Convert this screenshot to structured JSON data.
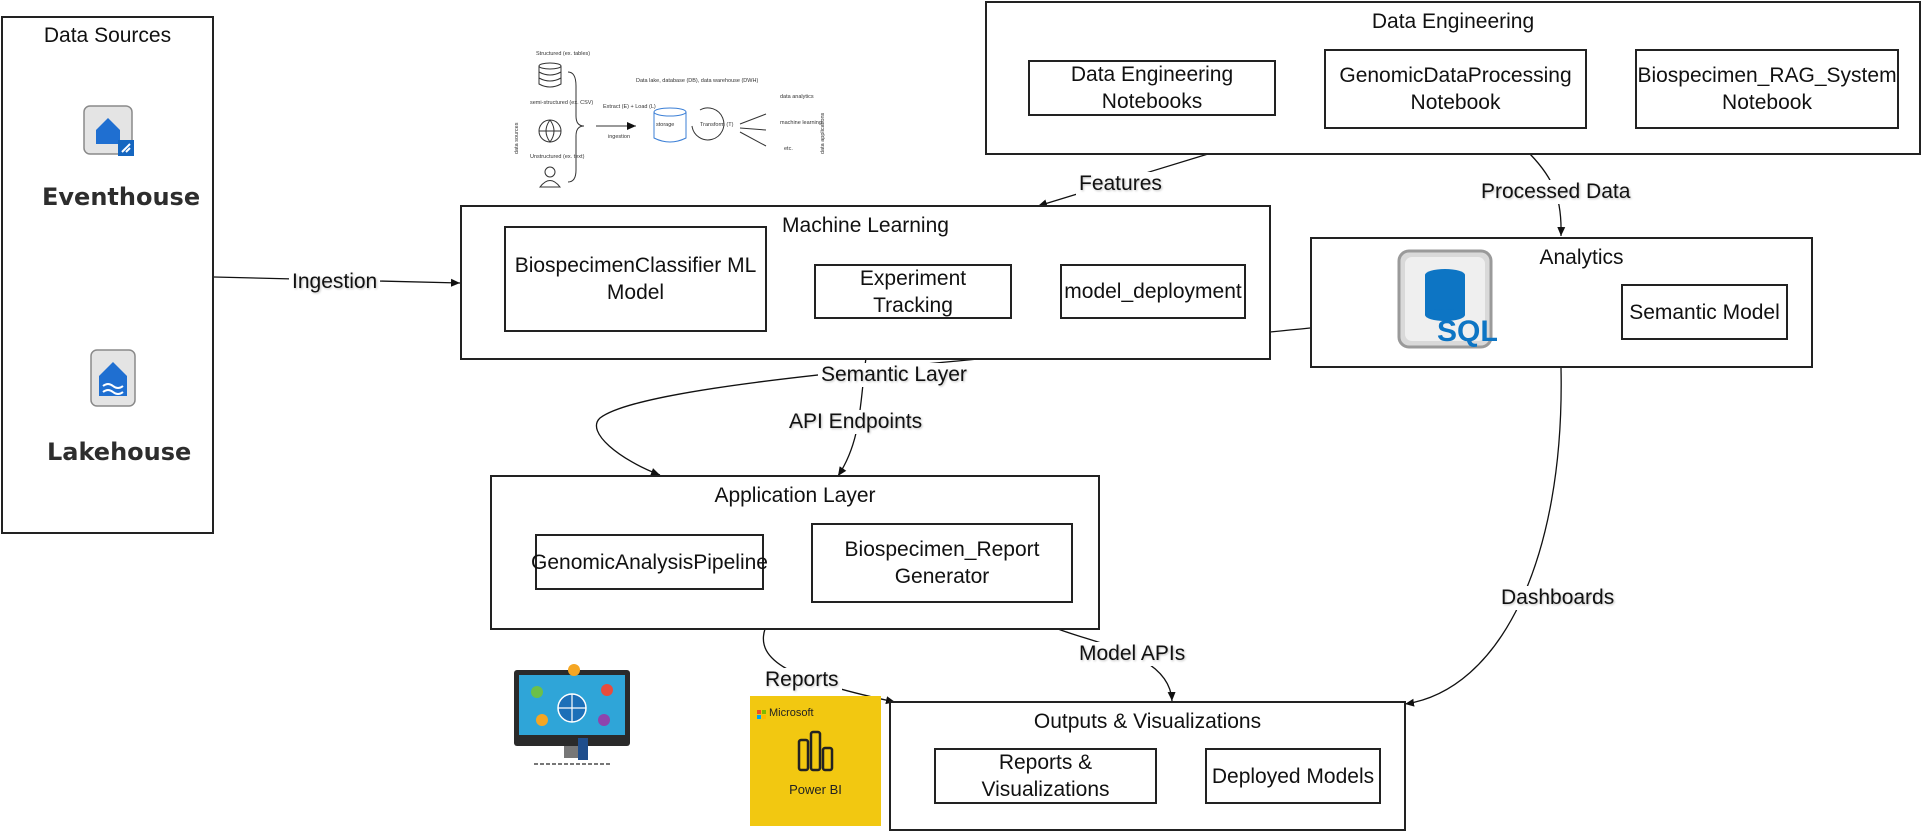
{
  "data_sources": {
    "title": "Data Sources",
    "eventhouse": "Eventhouse",
    "lakehouse": "Lakehouse"
  },
  "data_engineering": {
    "title": "Data Engineering",
    "nb1": "Data Engineering Notebooks",
    "nb2": "GenomicDataProcessing Notebook",
    "nb3": "Biospecimen_RAG_System Notebook"
  },
  "machine_learning": {
    "title": "Machine Learning",
    "m1": "BiospecimenClassifier ML Model",
    "m2": "Experiment Tracking",
    "m3": "model_deployment"
  },
  "analytics": {
    "title": "Analytics",
    "sql_label": "SQL",
    "semantic_model": "Semantic Model"
  },
  "application_layer": {
    "title": "Application Layer",
    "a1": "GenomicAnalysisPipeline",
    "a2": "Biospecimen_Report Generator"
  },
  "outputs": {
    "title": "Outputs & Visualizations",
    "o1": "Reports & Visualizations",
    "o2": "Deployed Models"
  },
  "edges": {
    "ingestion": "Ingestion",
    "features": "Features",
    "processed_data": "Processed Data",
    "semantic_layer": "Semantic Layer",
    "api_endpoints": "API Endpoints",
    "dashboards": "Dashboards",
    "reports": "Reports",
    "model_apis": "Model APIs"
  },
  "etl_figure": {
    "structured": "Structured (ex. tables)",
    "semi": "semi-structured (ex. CSV)",
    "unstructured": "Unstructured (ex. text)",
    "sources_axis": "data sources",
    "extract": "Extract (E) + Load (L)",
    "ingestion": "ingestion",
    "lake": "Data lake, database (DB), data warehouse (DWH)",
    "storage": "storage",
    "transform": "Transform (T)",
    "analytics": "data analytics",
    "ml": "machine learning",
    "etc": "etc.",
    "apps_axis": "data applications"
  },
  "powerbi": {
    "brand": "Microsoft",
    "product": "Power BI",
    "color": "#F2C811"
  }
}
